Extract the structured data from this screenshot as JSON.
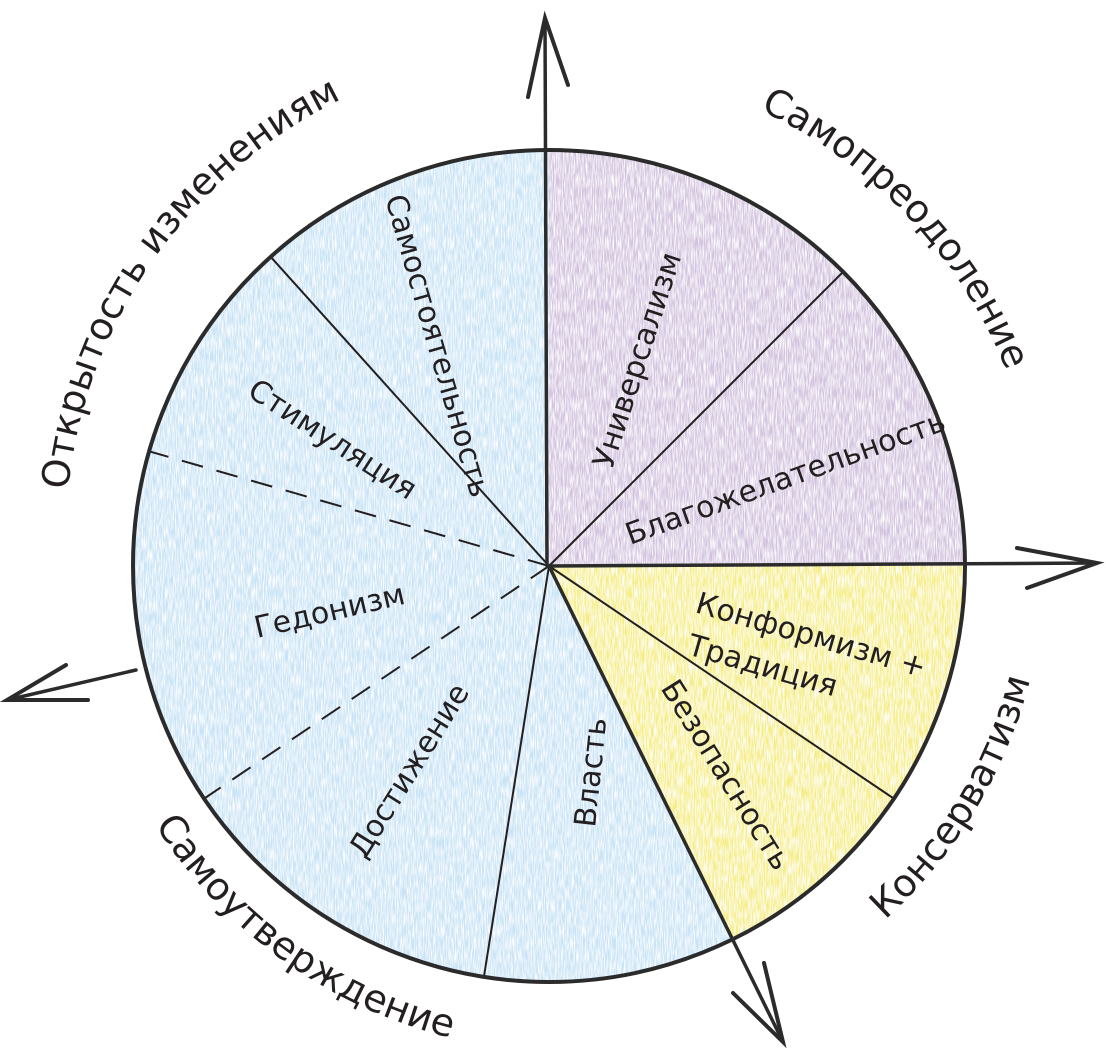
{
  "diagram": {
    "colors": {
      "openness": "#c9e4f6",
      "self_transcendence": "#d3c3df",
      "conservation": "#f6ee84",
      "ink": "#231f20"
    },
    "groups": [
      {
        "id": "openness",
        "label": "Открытость изменениям"
      },
      {
        "id": "self_transcendence",
        "label": "Самопреодоление"
      },
      {
        "id": "conservation",
        "label": "Консерватизм"
      },
      {
        "id": "self_enhancement",
        "label": "Самоутверждение"
      }
    ],
    "segments": [
      {
        "id": "universalism",
        "label": "Универсализм",
        "color_key": "self_transcendence"
      },
      {
        "id": "benevolence",
        "label": "Благожелательность",
        "color_key": "self_transcendence"
      },
      {
        "id": "conformity_tradition",
        "label_line1": "Конформизм +",
        "label_line2": "Традиция",
        "color_key": "conservation"
      },
      {
        "id": "security",
        "label": "Безопасность",
        "color_key": "conservation"
      },
      {
        "id": "power",
        "label": "Власть",
        "color_key": "openness"
      },
      {
        "id": "achievement",
        "label": "Достижение",
        "color_key": "openness"
      },
      {
        "id": "hedonism",
        "label": "Гедонизм",
        "color_key": "openness"
      },
      {
        "id": "stimulation",
        "label": "Стимуляция",
        "color_key": "openness"
      },
      {
        "id": "self_direction",
        "label": "Самостоятельность",
        "color_key": "openness"
      }
    ],
    "axes": [
      "up-arrow",
      "right-arrow",
      "down-right-arrow",
      "left-arrow"
    ]
  }
}
